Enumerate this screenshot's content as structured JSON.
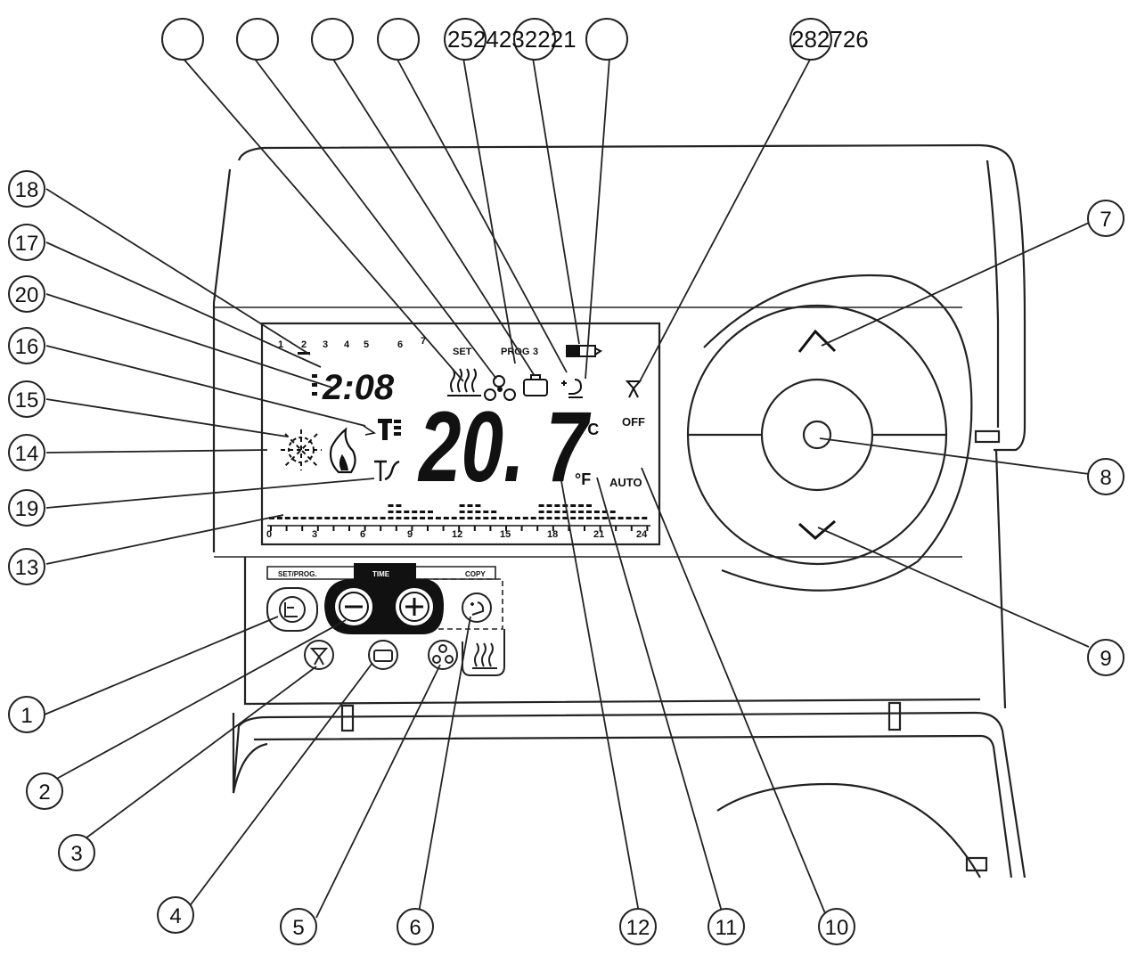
{
  "diagram": {
    "top_label_left": "2524232221",
    "top_label_right": "282726",
    "callouts": [
      "1",
      "2",
      "3",
      "4",
      "5",
      "6",
      "7",
      "8",
      "9",
      "10",
      "11",
      "12",
      "13",
      "14",
      "15",
      "16",
      "17",
      "18",
      "19",
      "20"
    ],
    "display": {
      "day_numbers": [
        "1",
        "2",
        "3",
        "4",
        "5",
        "6",
        "7"
      ],
      "set_label": "SET",
      "prog_label": "PROG",
      "prog_number": "3",
      "time": "2:08",
      "temperature": "20. 7",
      "unit_c": "°C",
      "unit_f": "°F",
      "off_label": "OFF",
      "auto_label": "AUTO",
      "hour_ticks": [
        "0",
        "3",
        "6",
        "9",
        "12",
        "15",
        "18",
        "21",
        "24"
      ]
    },
    "panel": {
      "tab_left": "SET/PROG.",
      "tab_middle": "TIME",
      "tab_right": "COPY"
    }
  }
}
